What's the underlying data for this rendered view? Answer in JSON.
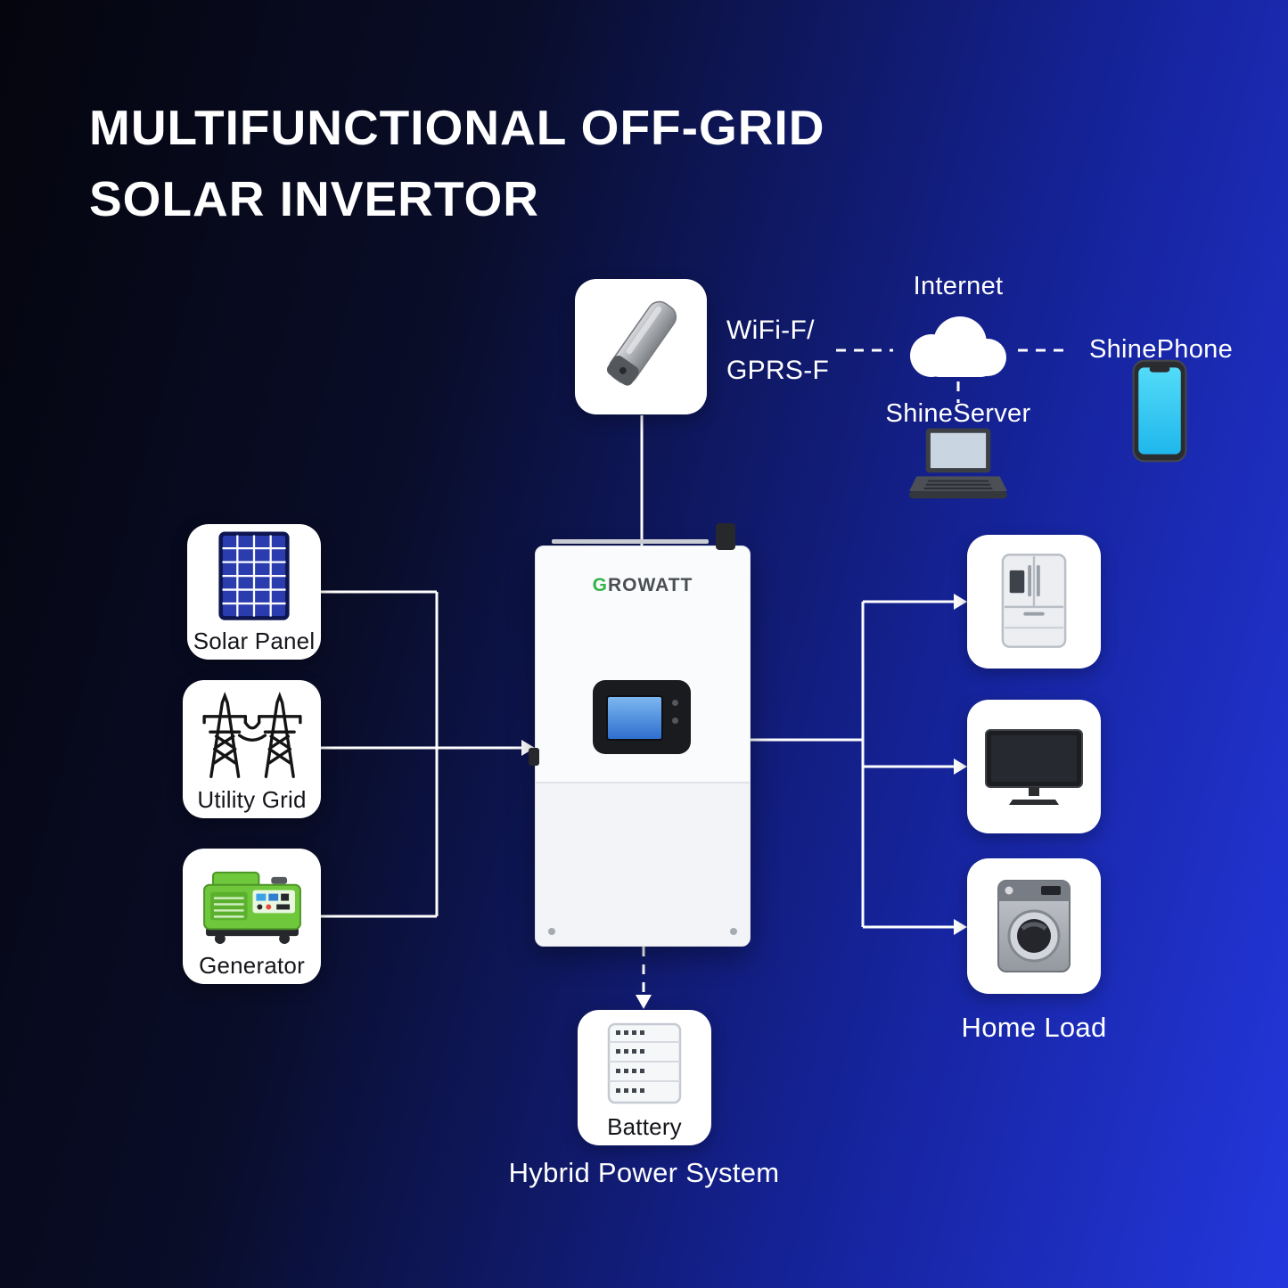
{
  "title": {
    "line1": "MULTIFUNCTIONAL OFF-GRID",
    "line2": "SOLAR INVERTOR"
  },
  "monitoring": {
    "wifi_line1": "WiFi-F/",
    "wifi_line2": "GPRS-F",
    "internet": "Internet",
    "shineserver": "ShineServer",
    "shinephone": "ShinePhone"
  },
  "inverter": {
    "brand_g": "G",
    "brand_rest": "ROWATT"
  },
  "sources": [
    {
      "id": "solar-panel",
      "label": "Solar Panel"
    },
    {
      "id": "utility-grid",
      "label": "Utility Grid"
    },
    {
      "id": "generator",
      "label": "Generator"
    }
  ],
  "loads": {
    "items": [
      "refrigerator-icon",
      "television-icon",
      "washing-machine-icon"
    ],
    "label": "Home Load"
  },
  "battery": {
    "label": "Battery"
  },
  "caption": "Hybrid Power System",
  "icons": {
    "wifi_module": "usb-wifi-dongle-icon",
    "internet": "cloud-icon",
    "shineserver": "laptop-icon",
    "shinephone": "smartphone-icon",
    "battery": "battery-stack-icon"
  },
  "colors": {
    "background_dark": "#05050e",
    "background_blue": "#2437dd",
    "panel_white": "#ffffff",
    "connector": "#ffffff",
    "growatt_green": "#35b34a",
    "label_dark": "#15161b",
    "label_light": "#ffffff"
  }
}
